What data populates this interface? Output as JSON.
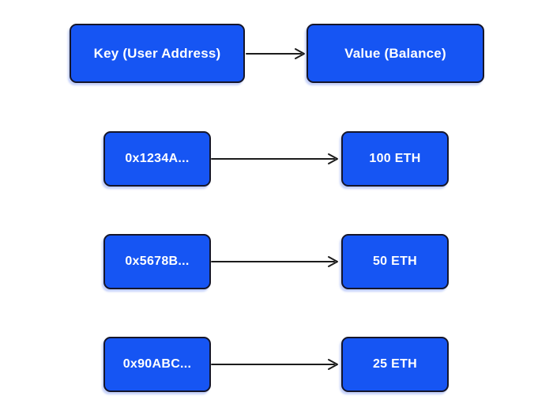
{
  "diagram": {
    "header": {
      "key_label": "Key (User Address)",
      "value_label": "Value (Balance)"
    },
    "rows": [
      {
        "key": "0x1234A...",
        "value": "100 ETH"
      },
      {
        "key": "0x5678B...",
        "value": "50 ETH"
      },
      {
        "key": "0x90ABC...",
        "value": "25 ETH"
      }
    ],
    "colors": {
      "background": "#ffffff",
      "box_fill": "#1655f3",
      "box_border": "#15162a",
      "text": "#ffffff",
      "arrow": "#1c1c1c"
    }
  }
}
